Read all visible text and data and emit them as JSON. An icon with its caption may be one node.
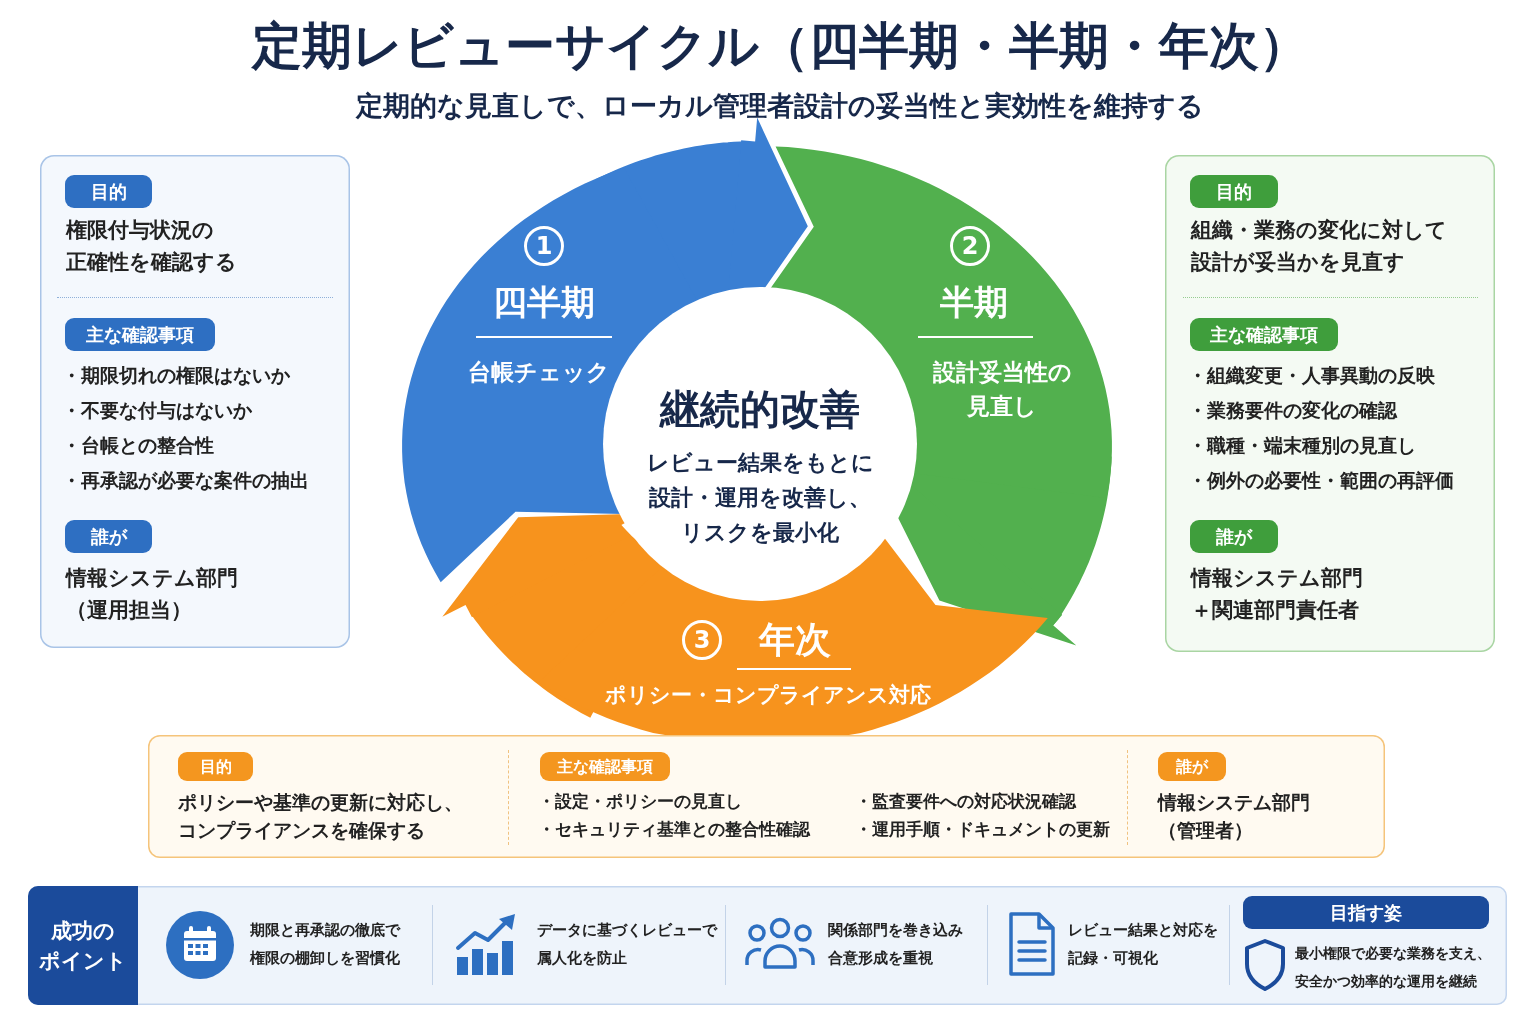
{
  "diagram": {
    "title": "定期レビューサイクル（四半期・半期・年次）",
    "nodes": [
      {
        "text": [
          "権限付与状況の正確性を確認する",
          "・期限切れの権限はないか",
          "・不要な付与はないか",
          "・台帳との整合性",
          "・再承認が必要な案件の抽出",
          "情報システム部門（運用担当）"
        ]
      },
      {
        "text": [
          "目的"
        ],
        "in": 0
      },
      {
        "text": [
          "主な確認事項"
        ],
        "in": 0
      },
      {
        "text": [
          "誰が"
        ],
        "in": 0
      },
      {
        "text": [
          "1",
          "四半期",
          "台帳チェック"
        ]
      },
      {
        "text": [
          "2",
          "半期",
          "設計妥当性の見直し"
        ]
      },
      {
        "text": [
          "3",
          "年次",
          "ポリシー・コンプライアンス対応"
        ]
      },
      {
        "text": [
          "継続的改善",
          "レビュー結果をもとに設計・運用を改善し、リスクを最小化"
        ]
      },
      {
        "text": [
          "組織・業務の変化に対して設計が妥当かを見直す",
          "・組織変更・人事異動の反映",
          "・業務要件の変化の確認",
          "・職種・端末種別の見直し",
          "・例外の必要性・範囲の再評価",
          "情報システム部門＋関連部門責任者"
        ]
      },
      {
        "text": [
          "目的"
        ],
        "in": 8
      },
      {
        "text": [
          "主な確認事項"
        ],
        "in": 8
      },
      {
        "text": [
          "誰が"
        ],
        "in": 8
      },
      {
        "text": [
          "ポリシーや基準の更新に対応し、コンプライアンスを確保する",
          "・設定・ポリシーの見直し",
          "・セキュリティ基準との整合性確認",
          "・監査要件への対応状況確認",
          "・運用手順・ドキュメントの更新",
          "情報システム部門（管理者）"
        ]
      },
      {
        "text": [
          "目的"
        ],
        "in": 12
      },
      {
        "text": [
          "主な確認事項"
        ],
        "in": 12
      },
      {
        "text": [
          "誰が"
        ],
        "in": 12
      },
      {
        "text": [
          "期限と再承認の徹底で権限の棚卸しを習慣化",
          "データに基づくレビューで属人化を防止",
          "関係部門を巻き込み合意形成を重視",
          "レビュー結果と対応を記録・可視化",
          "最小権限で必要な業務を支え、安全かつ効率的な運用を継続"
        ]
      },
      {
        "text": [
          "成功のポイント"
        ],
        "in": 16
      },
      {
        "text": [
          "目指す姿"
        ],
        "in": 16
      }
    ],
    "edges": [
      {
        "from": 4,
        "to": 5,
        "arrow": "to",
        "color": "#3a7fd3"
      },
      {
        "from": 5,
        "to": 6,
        "arrow": "to",
        "color": "#52b04e"
      },
      {
        "from": 6,
        "to": 4,
        "arrow": "to",
        "color": "#f7931d"
      }
    ],
    "labels": [
      "定期的な見直しで、ローカル管理者設計の妥当性と実効性を維持する"
    ]
  }
}
